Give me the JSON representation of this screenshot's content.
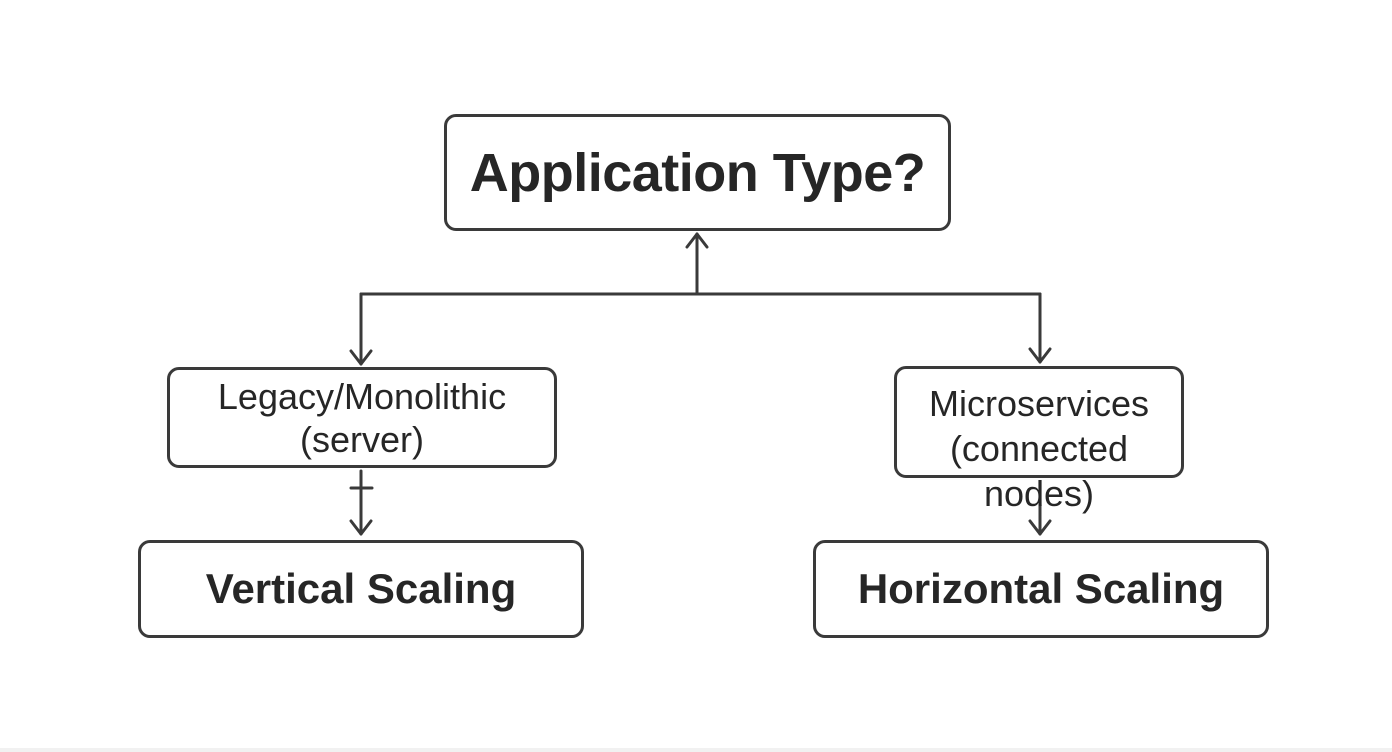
{
  "diagram": {
    "root": {
      "label": "Application Type?"
    },
    "branches": [
      {
        "id": "legacy",
        "lines": [
          "Legacy/Monolithic",
          "(server)"
        ],
        "outcome": "Vertical Scaling"
      },
      {
        "id": "micro",
        "lines": [
          "Microservices",
          "(connected",
          "nodes)"
        ],
        "outcome": "Horizontal Scaling"
      }
    ],
    "colors": {
      "stroke": "#3a3a3a",
      "text": "#262626",
      "background": "#ffffff"
    }
  }
}
